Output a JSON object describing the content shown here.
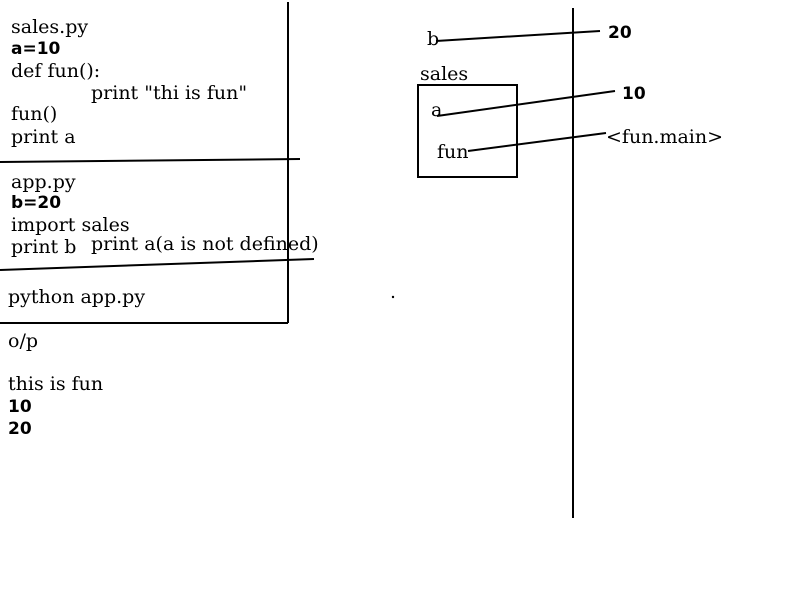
{
  "left_panel": {
    "sales_file": {
      "filename": "sales.py",
      "lines": [
        "a=10",
        "def fun():",
        "print \"thi is fun\"",
        "fun()",
        "print a"
      ]
    },
    "app_file": {
      "filename": "app.py",
      "lines": [
        "b=20",
        "import sales",
        "print b"
      ],
      "annotation": "print a(a is not defined)"
    },
    "command": "python app.py",
    "output": {
      "label": "o/p",
      "lines": [
        "this is fun",
        "10",
        "20"
      ]
    }
  },
  "memory_diagram": {
    "global_var": {
      "name": "b",
      "value": "20"
    },
    "module": {
      "name": "sales",
      "vars": [
        {
          "name": "a",
          "value": "10"
        },
        {
          "name": "fun",
          "value": "<fun.main>"
        }
      ]
    }
  }
}
